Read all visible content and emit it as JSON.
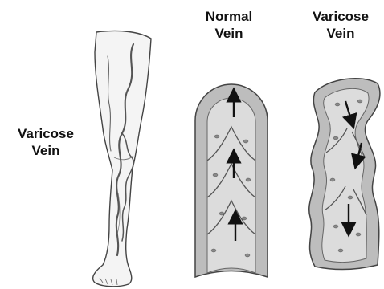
{
  "labels": {
    "leg": {
      "line1": "Varicose",
      "line2": "Vein"
    },
    "normal": {
      "line1": "Normal",
      "line2": "Vein"
    },
    "varicose": {
      "line1": "Varicose",
      "line2": "Vein"
    }
  },
  "colors": {
    "text": "#111111",
    "outline": "#444444",
    "skin": "#f4f4f4",
    "vessel_wall": "#bdbdbd",
    "lumen": "#dcdcdc",
    "blood_cell": "#8a8a8a",
    "arrow": "#111111"
  },
  "icons": {
    "normal_flow": [
      "up-arrow",
      "up-arrow",
      "up-arrow"
    ],
    "varicose_flow": [
      "down-arrow",
      "down-arrow",
      "down-arrow"
    ]
  }
}
